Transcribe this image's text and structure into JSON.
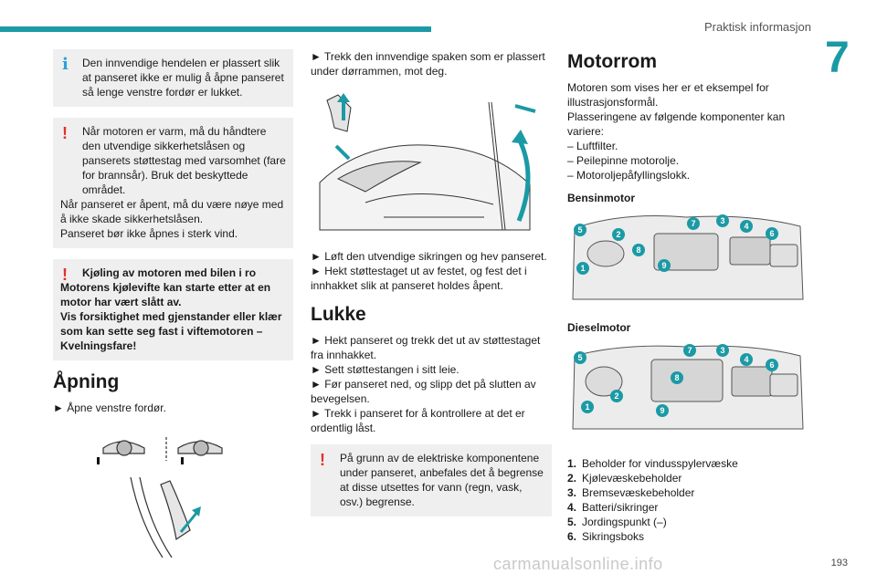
{
  "header": {
    "section_title": "Praktisk informasjon",
    "chapter": "7"
  },
  "page_number": "193",
  "watermark": "carmanualsonline.info",
  "col1": {
    "info_box": "Den innvendige hendelen er plassert slik at panseret ikke er mulig å åpne panseret så lenge venstre fordør er lukket.",
    "warn1": [
      "Når motoren er varm, må du håndtere den utvendige sikkerhetslåsen og panserets støttestag med varsomhet (fare for brannsår). Bruk det beskyttede området.",
      "Når panseret er åpent, må du være nøye med å ikke skade sikkerhetslåsen.",
      "Panseret bør ikke åpnes i sterk vind."
    ],
    "warn2": [
      "Kjøling av motoren med bilen i ro",
      "Motorens kjølevifte kan starte etter at en motor har vært slått av.",
      "Vis forsiktighet med gjenstander eller klær som kan sette seg fast i viftemotoren – Kvelningsfare!"
    ],
    "heading": "Åpning",
    "step1": "► Åpne venstre fordør."
  },
  "col2": {
    "step_pull": "► Trekk den innvendige spaken som er plassert under dørrammen, mot deg.",
    "step_lift": "► Løft den utvendige sikringen og hev panseret.",
    "step_hook": "► Hekt støttestaget ut av festet, og fest det i innhakket slik at panseret holdes åpent.",
    "heading": "Lukke",
    "close_steps": [
      "► Hekt panseret og trekk det ut av støttestaget fra innhakket.",
      "► Sett støttestangen i sitt leie.",
      "► Før panseret ned, og slipp det på slutten av bevegelsen.",
      "► Trekk i panseret for å kontrollere at det er ordentlig låst."
    ],
    "warn": "På grunn av de elektriske komponentene under panseret, anbefales det å begrense at disse utsettes for vann (regn, vask, osv.) begrense."
  },
  "col3": {
    "heading": "Motorrom",
    "intro": [
      "Motoren som vises her er et eksempel for illustrasjonsformål.",
      "Plasseringene av følgende komponenter kan variere:",
      "– Luftfilter.",
      "– Peilepinne motorolje.",
      "– Motoroljepåfyllingslokk."
    ],
    "petrol_label": "Bensinmotor",
    "diesel_label": "Dieselmotor",
    "legend": [
      {
        "num": "1.",
        "text": "Beholder for vindusspylervæske"
      },
      {
        "num": "2.",
        "text": "Kjølevæskebeholder"
      },
      {
        "num": "3.",
        "text": "Bremsevæskebeholder"
      },
      {
        "num": "4.",
        "text": "Batteri/sikringer"
      },
      {
        "num": "5.",
        "text": "Jordingspunkt (–)"
      },
      {
        "num": "6.",
        "text": "Sikringsboks"
      }
    ],
    "callouts": [
      "1",
      "2",
      "3",
      "4",
      "5",
      "6",
      "7",
      "8",
      "9"
    ],
    "accent_color": "#1b9aa5",
    "warn_color": "#e2302a",
    "info_color": "#2f9fd8"
  }
}
